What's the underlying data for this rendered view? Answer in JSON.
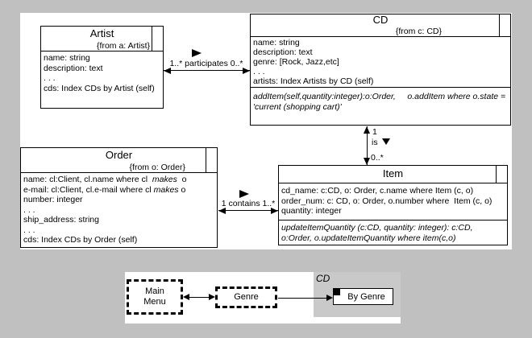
{
  "colors": {
    "page_bg": "#c0c0c0",
    "canvas_bg": "#ffffff",
    "nav_block_bg": "#c9c9c9",
    "ink": "#000000"
  },
  "classes": {
    "artist": {
      "title": "Artist",
      "stereotype": "{from a: Artist}",
      "attributes": [
        "name: string",
        "description: text",
        ". . .",
        "cds: Index CDs by Artist (self)"
      ]
    },
    "cd": {
      "title": "CD",
      "stereotype": "{from c: CD}",
      "attributes": [
        "name: string",
        "description: text",
        "genre: [Rock, Jazz,etc]",
        ". . .",
        "artists: Index Artists by CD (self)"
      ],
      "operations": [
        "addItem(self,quantity:integer):o:Order,     o.addItem where o.state =",
        "'current (shopping cart)'"
      ]
    },
    "order": {
      "title": "Order",
      "stereotype": "{from o: Order}",
      "attributes": [
        {
          "pre": "name: cl:Client, cl.name where cl  ",
          "italic": "makes",
          "post": "  o"
        },
        {
          "pre": "e-mail: cl:Client, cl.e-mail where cl ",
          "italic": "makes",
          "post": " o"
        },
        {
          "pre": "number: integer"
        },
        {
          "pre": ". . ."
        },
        {
          "pre": "ship_address: string"
        },
        {
          "pre": ". . ."
        },
        {
          "pre": "cds: Index CDs by Order (self)"
        }
      ]
    },
    "item": {
      "title": "Item",
      "attributes": [
        "cd_name: c:CD, o: Order, c.name where Item (c, o)",
        "order_num: c: CD, o: Order, o.number where  Item (c, o)",
        "quantity: integer"
      ],
      "operations": [
        "updateItemQuantity (c:CD, quantity: integer): c:CD,",
        "o:Order, o.updateItemQuantity where item(c,o)"
      ]
    }
  },
  "associations": {
    "participates": {
      "label": "1..* participates 0..*"
    },
    "contains": {
      "label": "1 contains 1..*"
    },
    "is": {
      "mult_top": "1",
      "name": "is",
      "mult_bottom": "0..*"
    }
  },
  "nav": {
    "main_menu_line1": "Main",
    "main_menu_line2": "Menu",
    "genre": "Genre",
    "cd_label": "CD",
    "by_genre": "By Genre"
  }
}
